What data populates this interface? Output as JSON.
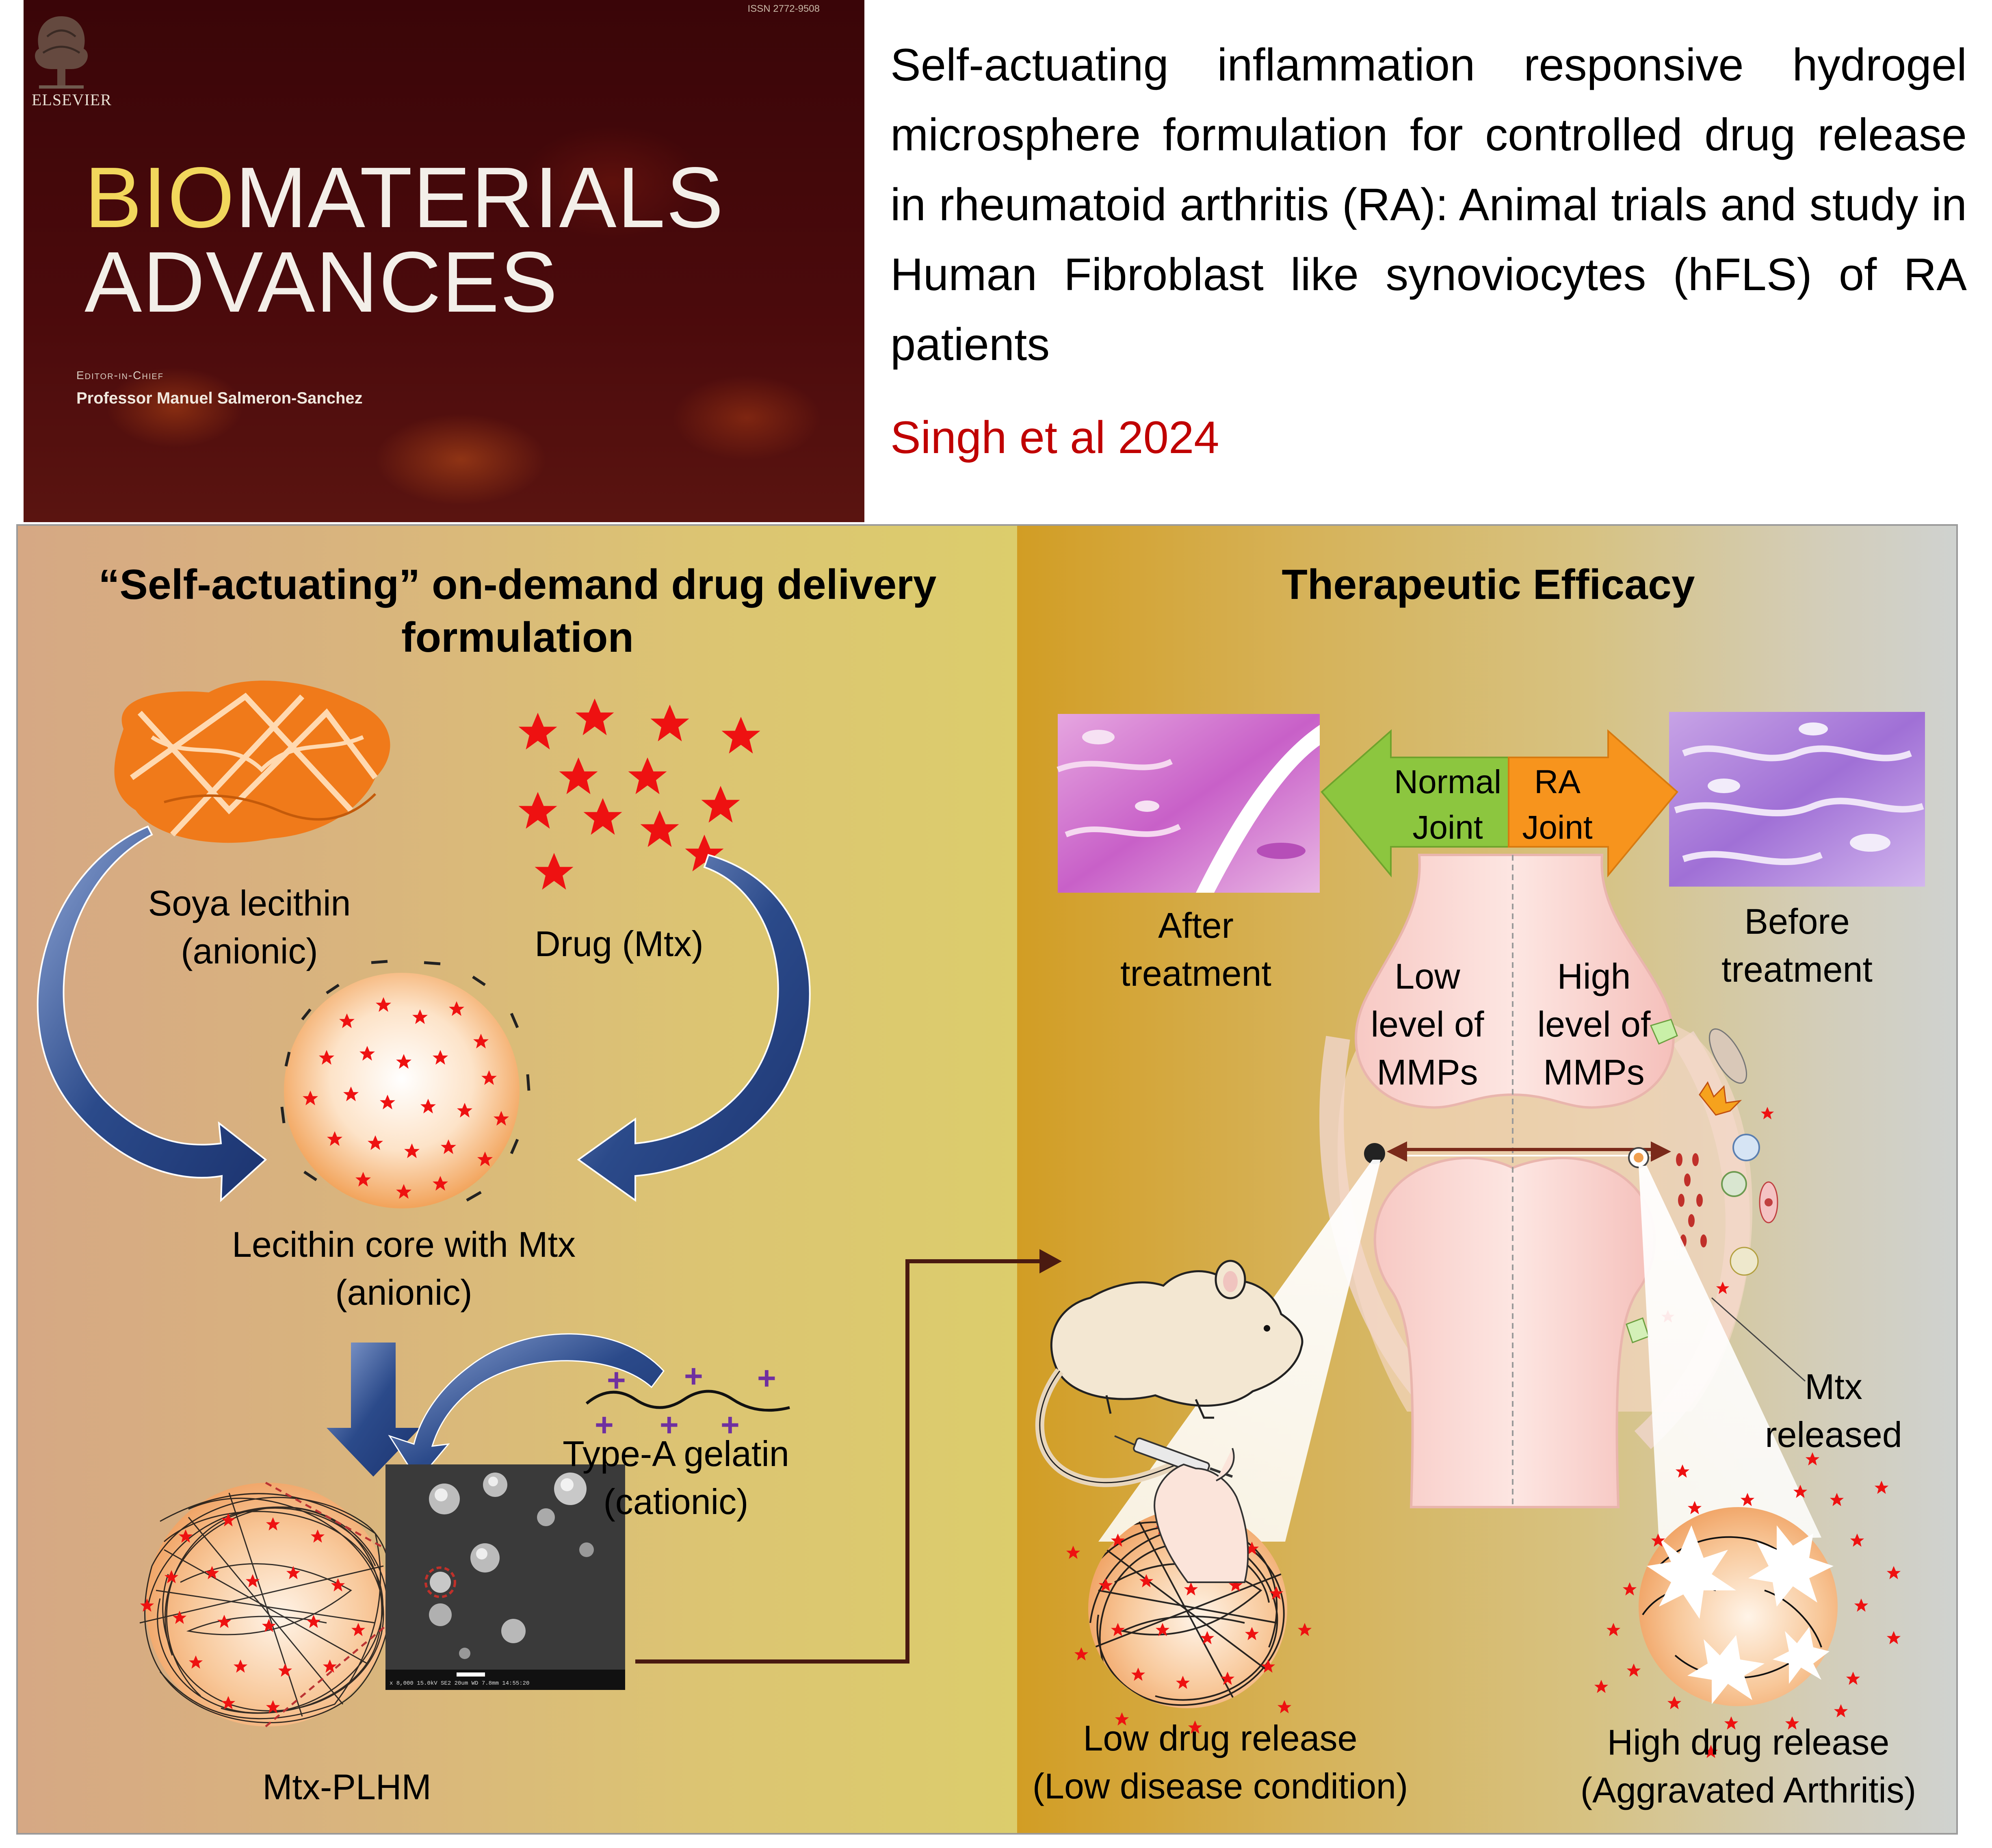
{
  "cover": {
    "issn": "ISSN 2772-9508",
    "publisher": "ELSEVIER",
    "title_bio": "BIO",
    "title_rest": "MATERIALS",
    "title_line2": "ADVANCES",
    "editor_label": "Editor-in-Chief",
    "editor_name": "Professor Manuel Salmeron-Sanchez"
  },
  "header": {
    "title": "Self-actuating inflammation responsive hydrogel microsphere formulation for controlled drug release in rheumatoid arthritis (RA): Animal trials and study in Human Fibroblast like synoviocytes (hFLS) of RA patients",
    "citation": "Singh et al 2024"
  },
  "left_panel": {
    "heading": "“Self-actuating” on-demand drug delivery formulation",
    "soya_label": "Soya lecithin\n(anionic)",
    "drug_label": "Drug (Mtx)",
    "core_label": "Lecithin core with Mtx\n(anionic)",
    "gelatin_label": "Type-A gelatin\n(cationic)",
    "plhm_label": "Mtx-PLHM"
  },
  "right_panel": {
    "heading": "Therapeutic Efficacy",
    "normal_joint": "Normal\nJoint",
    "ra_joint": "RA\nJoint",
    "after_treatment": "After\ntreatment",
    "before_treatment": "Before\ntreatment",
    "low_mmp": "Low\nlevel of\nMMPs",
    "high_mmp": "High\nlevel of\nMMPs",
    "mtx_released": "Mtx\nreleased",
    "low_release": "Low drug release\n(Low disease condition)",
    "high_release": "High drug release\n(Aggravated Arthritis)"
  },
  "colors": {
    "arrow_blue": "#2b4a8a",
    "drug_red": "#ee1111",
    "lecithin_orange": "#f07a1a",
    "citation_red": "#c00000",
    "normal_green": "#8cc63f",
    "ra_orange": "#f7941d",
    "gelatin_purple": "#7030a0"
  }
}
